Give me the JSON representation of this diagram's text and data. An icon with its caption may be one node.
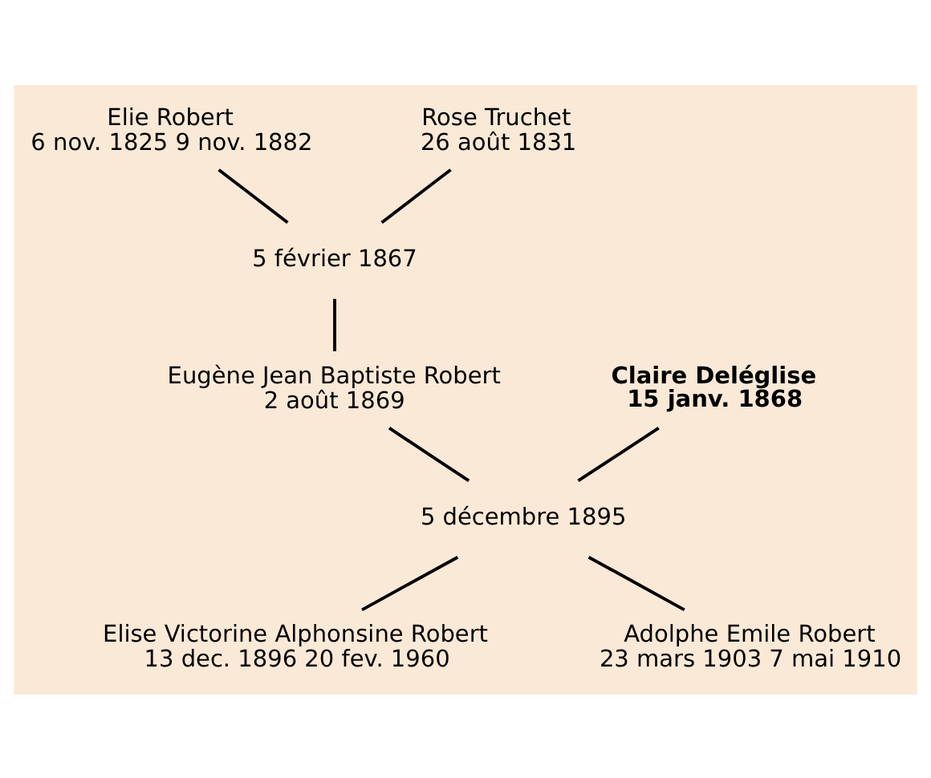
{
  "diagram": {
    "nodes": [
      {
        "text": [
          "Elie Robert",
          "6 nov. 1825 9 nov. 1882"
        ]
      },
      {
        "text": [
          "Rose Truchet",
          "26 août 1831"
        ]
      },
      {
        "text": [
          "5 février 1867"
        ]
      },
      {
        "text": [
          "Eugène Jean Baptiste Robert",
          "2 août 1869"
        ]
      },
      {
        "text": [
          "Claire Deléglise",
          "15 janv. 1868"
        ]
      },
      {
        "text": [
          "5 décembre 1895"
        ]
      },
      {
        "text": [
          "Elise Victorine Alphonsine Robert",
          "13 dec. 1896 20 fev. 1960"
        ]
      },
      {
        "text": [
          "Adolphe Emile Robert",
          "23 mars 1903 7 mai 1910"
        ]
      }
    ],
    "edges": [
      {
        "from": 0,
        "to": 2,
        "arrow": "none"
      },
      {
        "from": 1,
        "to": 2,
        "arrow": "none"
      },
      {
        "from": 2,
        "to": 3,
        "arrow": "none"
      },
      {
        "from": 3,
        "to": 5,
        "arrow": "none"
      },
      {
        "from": 4,
        "to": 5,
        "arrow": "none"
      },
      {
        "from": 5,
        "to": 6,
        "arrow": "none"
      },
      {
        "from": 5,
        "to": 7,
        "arrow": "none"
      }
    ]
  }
}
